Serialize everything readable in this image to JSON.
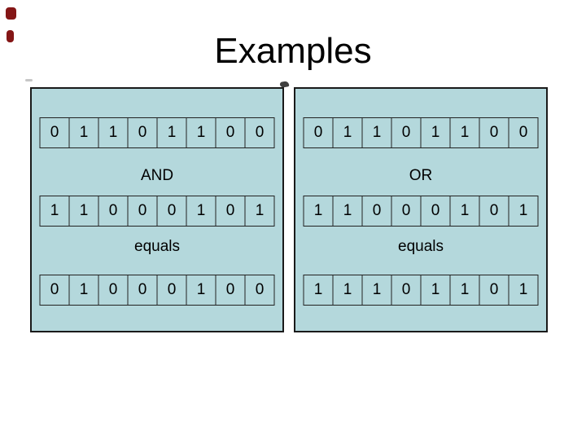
{
  "slide": {
    "title": "Examples"
  },
  "colors": {
    "panel_background": "#b4d8dc",
    "panel_border": "#1a1a1a",
    "cell_border": "#222222",
    "text": "#000000",
    "accent_mark": "#841616"
  },
  "panels": [
    {
      "name": "AND example",
      "operand1": [
        "0",
        "1",
        "1",
        "0",
        "1",
        "1",
        "0",
        "0"
      ],
      "operator_label": "AND",
      "operand2": [
        "1",
        "1",
        "0",
        "0",
        "0",
        "1",
        "0",
        "1"
      ],
      "equals_label": "equals",
      "result": [
        "0",
        "1",
        "0",
        "0",
        "0",
        "1",
        "0",
        "0"
      ]
    },
    {
      "name": "OR example",
      "operand1": [
        "0",
        "1",
        "1",
        "0",
        "1",
        "1",
        "0",
        "0"
      ],
      "operator_label": "OR",
      "operand2": [
        "1",
        "1",
        "0",
        "0",
        "0",
        "1",
        "0",
        "1"
      ],
      "equals_label": "equals",
      "result": [
        "1",
        "1",
        "1",
        "0",
        "1",
        "1",
        "0",
        "1"
      ]
    }
  ]
}
